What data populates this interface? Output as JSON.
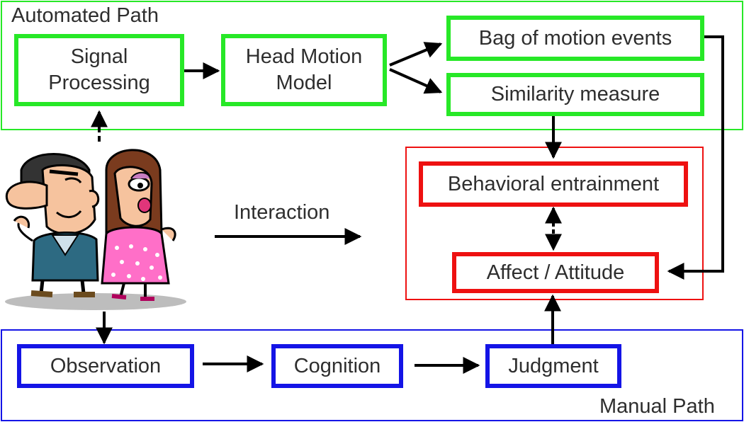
{
  "regions": {
    "automated": {
      "title": "Automated Path",
      "color": "#27e827"
    },
    "manual": {
      "title": "Manual Path",
      "color": "#1414e6"
    },
    "outcome": {
      "color": "#ee1111"
    }
  },
  "nodes": {
    "signal_processing": {
      "line1": "Signal",
      "line2": "Processing"
    },
    "head_motion_model": {
      "line1": "Head Motion",
      "line2": "Model"
    },
    "bag_of_motion_events": "Bag of motion events",
    "similarity_measure": "Similarity measure",
    "behavioral_entrainment": "Behavioral entrainment",
    "affect_attitude": "Affect / Attitude",
    "observation": "Observation",
    "cognition": "Cognition",
    "judgment": "Judgment"
  },
  "interaction_label": "Interaction",
  "illustration": {
    "description": "cartoon-couple",
    "colors": {
      "man_shirt": "#2d6a82",
      "woman_dress": "#ff6fc8",
      "hair": "#7a3b1e"
    }
  }
}
